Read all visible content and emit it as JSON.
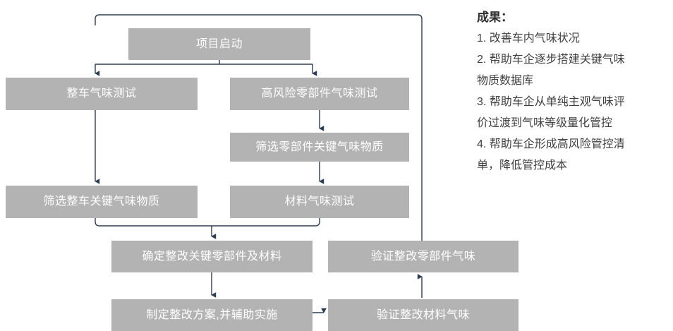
{
  "diagram": {
    "nodes": [
      {
        "id": "project-start",
        "label": "项目启动"
      },
      {
        "id": "vehicle-odor-test",
        "label": "整车气味测试"
      },
      {
        "id": "high-risk-part-test",
        "label": "高风险零部件气味测试"
      },
      {
        "id": "screen-part-key",
        "label": "筛选零部件关键气味物质"
      },
      {
        "id": "screen-vehicle-key",
        "label": "筛选整车关键气味物质"
      },
      {
        "id": "material-odor-test",
        "label": "材料气味测试"
      },
      {
        "id": "confirm-rectify",
        "label": "确定整改关键零部件及材料"
      },
      {
        "id": "verify-part-odor",
        "label": "验证整改零部件气味"
      },
      {
        "id": "make-plan",
        "label": "制定整改方案,并辅助实施"
      },
      {
        "id": "verify-material-odor",
        "label": "验证整改材料气味"
      }
    ],
    "box_fill": "#b3b3b3",
    "box_text_color": "#ffffff",
    "connector_color": "#2b3d53"
  },
  "results": {
    "title": "成果：",
    "items": [
      "1. 改善车内气味状况",
      "2. 帮助车企逐步搭建关键气味",
      "物质数据库",
      "3. 帮助车企从单纯主观气味评",
      "价过渡到气味等级量化管控",
      "4. 帮助车企形成高风险管控清",
      "单，降低管控成本"
    ],
    "text_color": "#3f3f3f"
  }
}
